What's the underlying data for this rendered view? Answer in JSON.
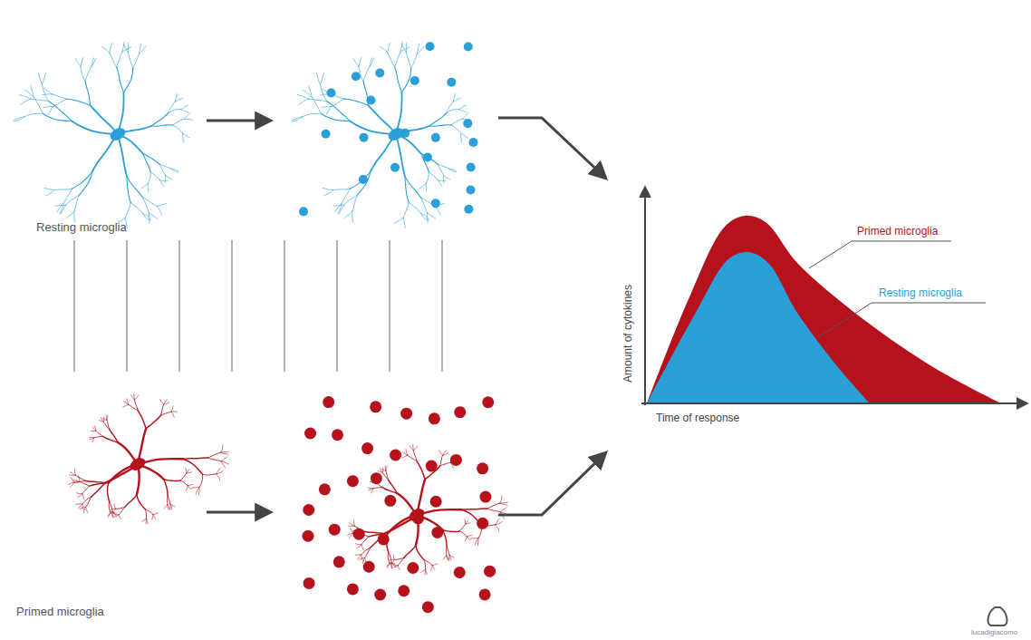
{
  "diagram": {
    "labels": [
      "Resting microglia",
      "Primed microglia",
      "Amount of cytokines",
      "Time of response",
      "Primed microglia",
      "Resting microglia",
      "lucadigiacomo"
    ]
  }
}
